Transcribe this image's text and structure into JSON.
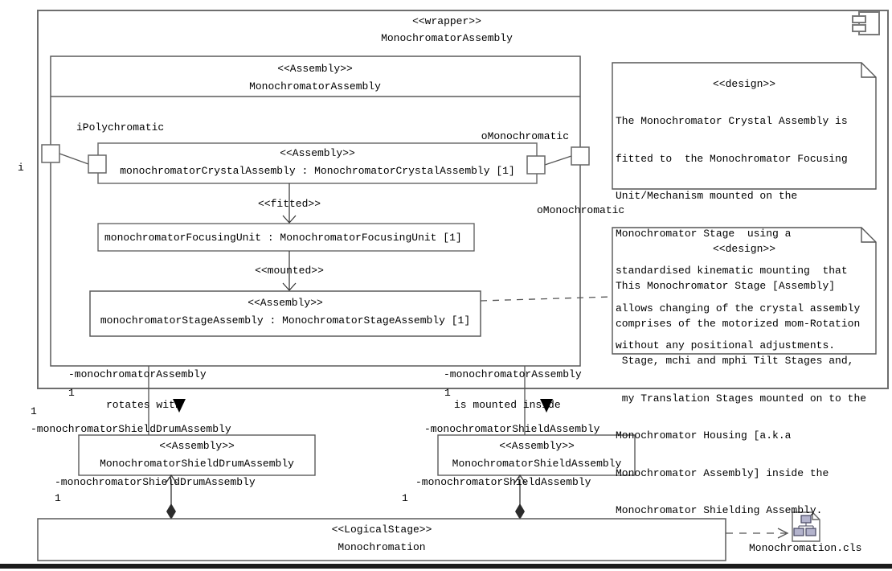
{
  "diagram": {
    "wrapper": {
      "stereotype": "<<wrapper>>",
      "name": "MonochromatorAssembly"
    },
    "assembly": {
      "stereotype": "<<Assembly>>",
      "name": "MonochromatorAssembly"
    },
    "ports": {
      "i_label": "i",
      "iPolychromatic": "iPolychromatic",
      "oMonochromatic_top": "oMonochromatic",
      "oMonochromatic_inner": "oMonochromatic"
    },
    "parts": {
      "crystal": {
        "stereotype": "<<Assembly>>",
        "name": "monochromatorCrystalAssembly : MonochromatorCrystalAssembly [1]"
      },
      "focusing": {
        "name": "monochromatorFocusingUnit : MonochromatorFocusingUnit [1]"
      },
      "stage": {
        "stereotype": "<<Assembly>>",
        "name": "monochromatorStageAssembly : MonochromatorStageAssembly [1]"
      }
    },
    "dependencies": {
      "fitted": "<<fitted>>",
      "mounted": "<<mounted>>"
    },
    "notes": [
      {
        "stereotype": "<<design>>",
        "lines": [
          "The Monochromator Crystal Assembly is",
          "fitted to  the Monochromator Focusing",
          "Unit/Mechanism mounted on the",
          "Monochromator Stage  using a",
          "standardised kinematic mounting  that",
          "allows changing of the crystal assembly",
          "without any positional adjustments."
        ]
      },
      {
        "stereotype": "<<design>>",
        "lines": [
          "This Monochromator Stage [Assembly]",
          "comprises of the motorized mom-Rotation",
          " Stage, mchi and mphi Tilt Stages and,",
          " my Translation Stages mounted on to the",
          "Monochromator Housing [a.k.a",
          "Monochromator Assembly] inside the",
          "Monochromator Shielding Assembly."
        ]
      }
    ],
    "associations": {
      "left": {
        "role_top": "-monochromatorAssembly",
        "mult_top": "1",
        "label": "rotates with",
        "mult_outer": "1",
        "role_bottom": "-monochromatorShieldDrumAssembly"
      },
      "right": {
        "role_top": "-monochromatorAssembly",
        "mult_top": "1",
        "label": "is mounted inside",
        "role_bottom": "-monochromatorShieldAssembly"
      }
    },
    "shield_drum": {
      "stereotype": "<<Assembly>>",
      "name": "MonochromatorShieldDrumAssembly",
      "role_below": "-monochromatorShieldDrumAssembly",
      "mult_below": "1"
    },
    "shield": {
      "stereotype": "<<Assembly>>",
      "name": "MonochromatorShieldAssembly",
      "role_below": "-monochromatorShieldAssembly",
      "mult_below": "1"
    },
    "logical_stage": {
      "stereotype": "<<LogicalStage>>",
      "name": "Monochromation"
    },
    "file_ref": {
      "label": "Monochromation.cls"
    },
    "colors": {
      "box_stroke": "#6e6e6e",
      "dark_stroke": "#333333",
      "text": "#000000",
      "note_fill": "#ffffff",
      "icon_fill": "#b3b3cc",
      "window_edge": "#1c1c1c"
    }
  }
}
